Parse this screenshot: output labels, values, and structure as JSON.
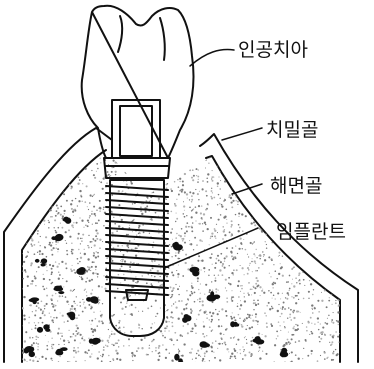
{
  "labels": {
    "crown": "인공치아",
    "cortical": "치밀골",
    "cancellous": "해면골",
    "implant": "임플란트"
  },
  "colors": {
    "ink": "#111111",
    "background": "#ffffff",
    "stipple": "#7a7a7a",
    "speckle": "#b0b0b0"
  }
}
